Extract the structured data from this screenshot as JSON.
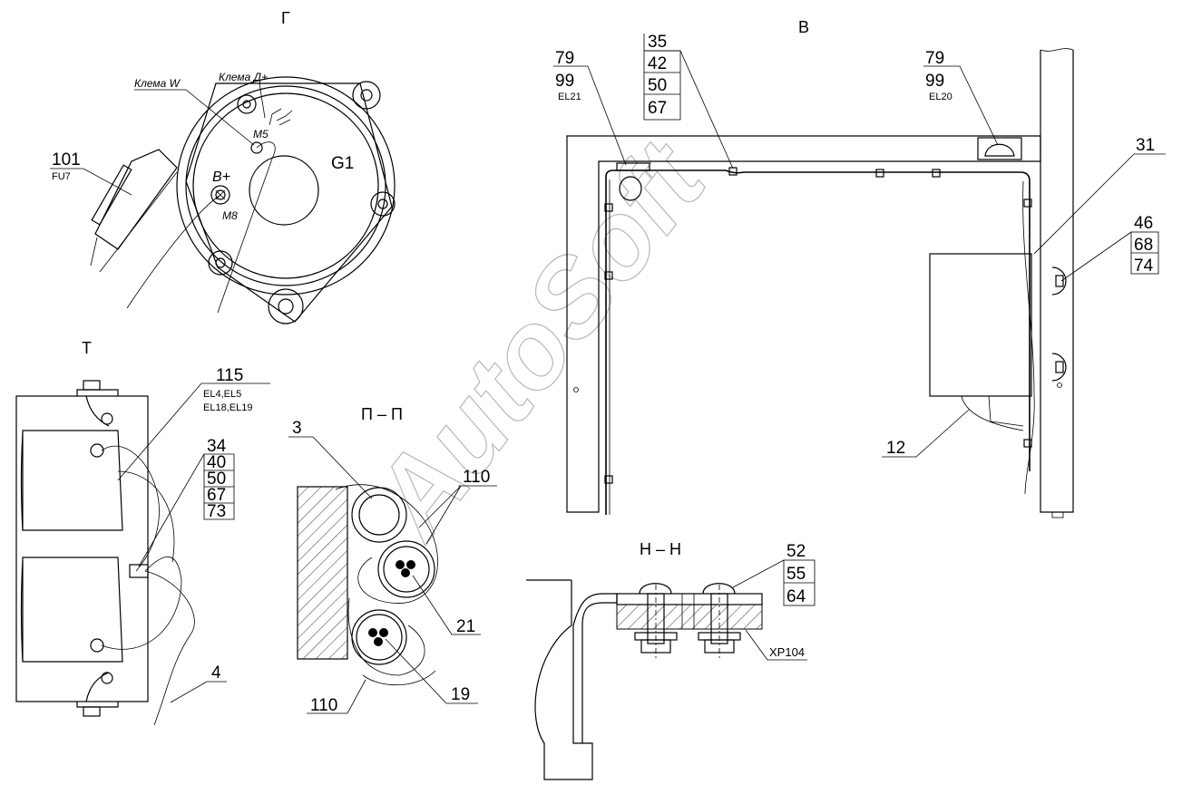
{
  "views": {
    "g": "Г",
    "v": "В",
    "t": "Т",
    "pp": "П – П",
    "nn": "Н – Н"
  },
  "watermark": "AutoSoft",
  "generator": {
    "name": "G1",
    "terminal_w": "Клема W",
    "terminal_d": "Клема Д+",
    "b_plus": "B+",
    "m5": "M5",
    "m8": "M8"
  },
  "callouts": {
    "c101": {
      "num": "101",
      "sub": "FU7"
    },
    "c79_left": {
      "nums": [
        "79",
        "99"
      ],
      "sub": "EL21"
    },
    "c35": {
      "nums": [
        "35",
        "42",
        "50",
        "67"
      ]
    },
    "c79_right": {
      "nums": [
        "79",
        "99"
      ],
      "sub": "EL20"
    },
    "c31": "31",
    "c46": {
      "nums": [
        "46",
        "68",
        "74"
      ]
    },
    "c12": "12",
    "c115": {
      "num": "115",
      "sub1": "EL4,EL5",
      "sub2": "EL18,EL19"
    },
    "c34": {
      "nums": [
        "34",
        "40",
        "50",
        "67",
        "73"
      ]
    },
    "c4": "4",
    "c3": "3",
    "c110_top": "110",
    "c21": "21",
    "c110_bottom": "110",
    "c19": "19",
    "c52": {
      "nums": [
        "52",
        "55",
        "64"
      ]
    },
    "xp104": "XP104"
  }
}
